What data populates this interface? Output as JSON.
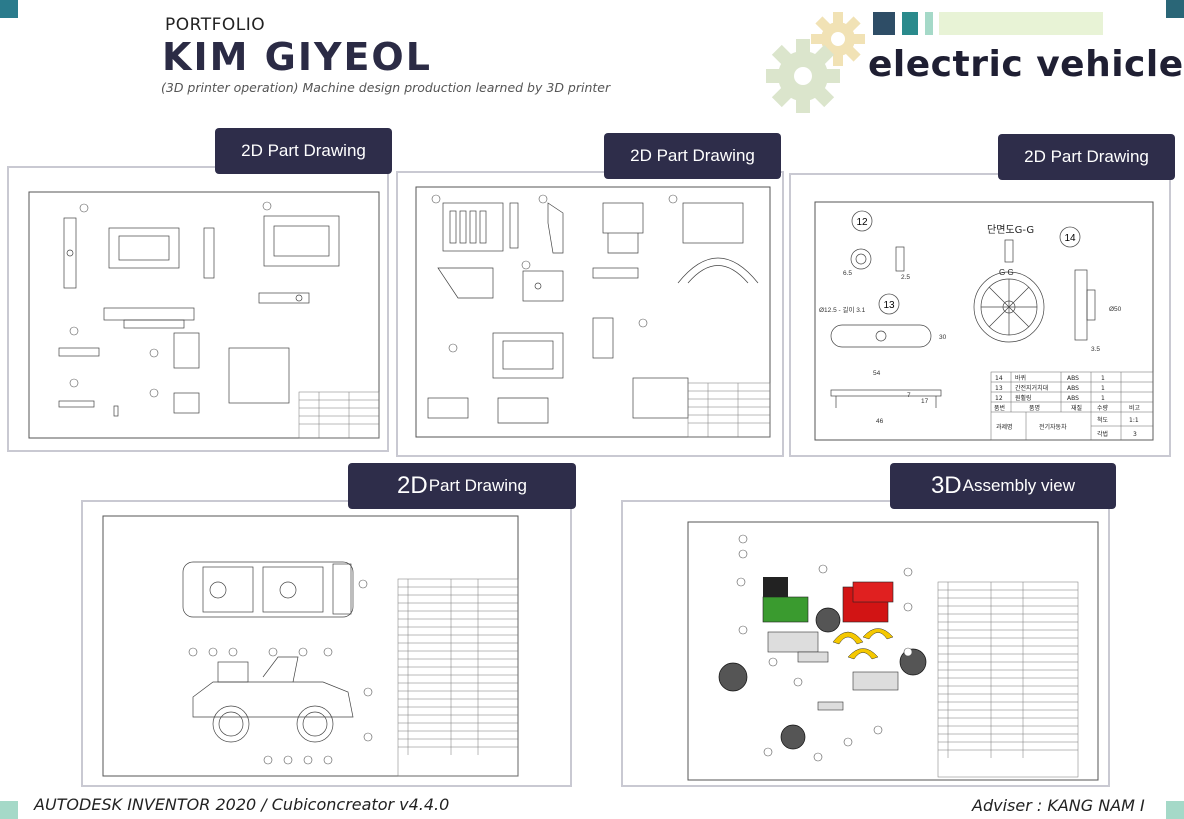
{
  "header": {
    "portfolio_label": "PORTFOLIO",
    "author_name": "KIM GIYEOL",
    "subtitle": "(3D printer operation) Machine design production learned by 3D printer",
    "project_title": "electric vehicle"
  },
  "colors": {
    "accent_navy": "#2e2d4a",
    "accent_teal": "#2a7b8c",
    "accent_mint": "#a5d9c8",
    "gear_yellow": "#f1e2b5",
    "gear_green": "#dbe5cc"
  },
  "panels": [
    {
      "label": "2D Part Drawing"
    },
    {
      "label": "2D Part Drawing"
    },
    {
      "label": "2D Part Drawing"
    },
    {
      "label_big": "2D",
      "label_rest": " Part Drawing"
    },
    {
      "label_big": "3D",
      "label_rest": " Assembly view"
    }
  ],
  "drawing3": {
    "section_label": "단면도G-G",
    "section_letters": "G  G",
    "balloons": [
      "12",
      "13",
      "14"
    ],
    "dims": [
      "Ø12.5 - 길이 3.1",
      "54",
      "46",
      "30",
      "6.5",
      "2.5",
      "3.5",
      "Ø50",
      "7",
      "17"
    ],
    "bom_rows": [
      [
        "14",
        "바퀴",
        "ABS",
        "1",
        ""
      ],
      [
        "13",
        "간전지거치대",
        "ABS",
        "1",
        ""
      ],
      [
        "12",
        "원휠링",
        "ABS",
        "1",
        ""
      ]
    ],
    "bom_header": [
      "품번",
      "품명",
      "재질",
      "수량",
      "비고"
    ],
    "title_block": {
      "label": "과제명",
      "name": "전기자동차",
      "scale_label": "척도",
      "scale": "1:1",
      "angle_label": "각법",
      "angle": "3"
    }
  },
  "footer": {
    "software": "AUTODESK INVENTOR 2020 / Cubiconcreator v4.4.0",
    "adviser": "Adviser : KANG NAM I"
  }
}
